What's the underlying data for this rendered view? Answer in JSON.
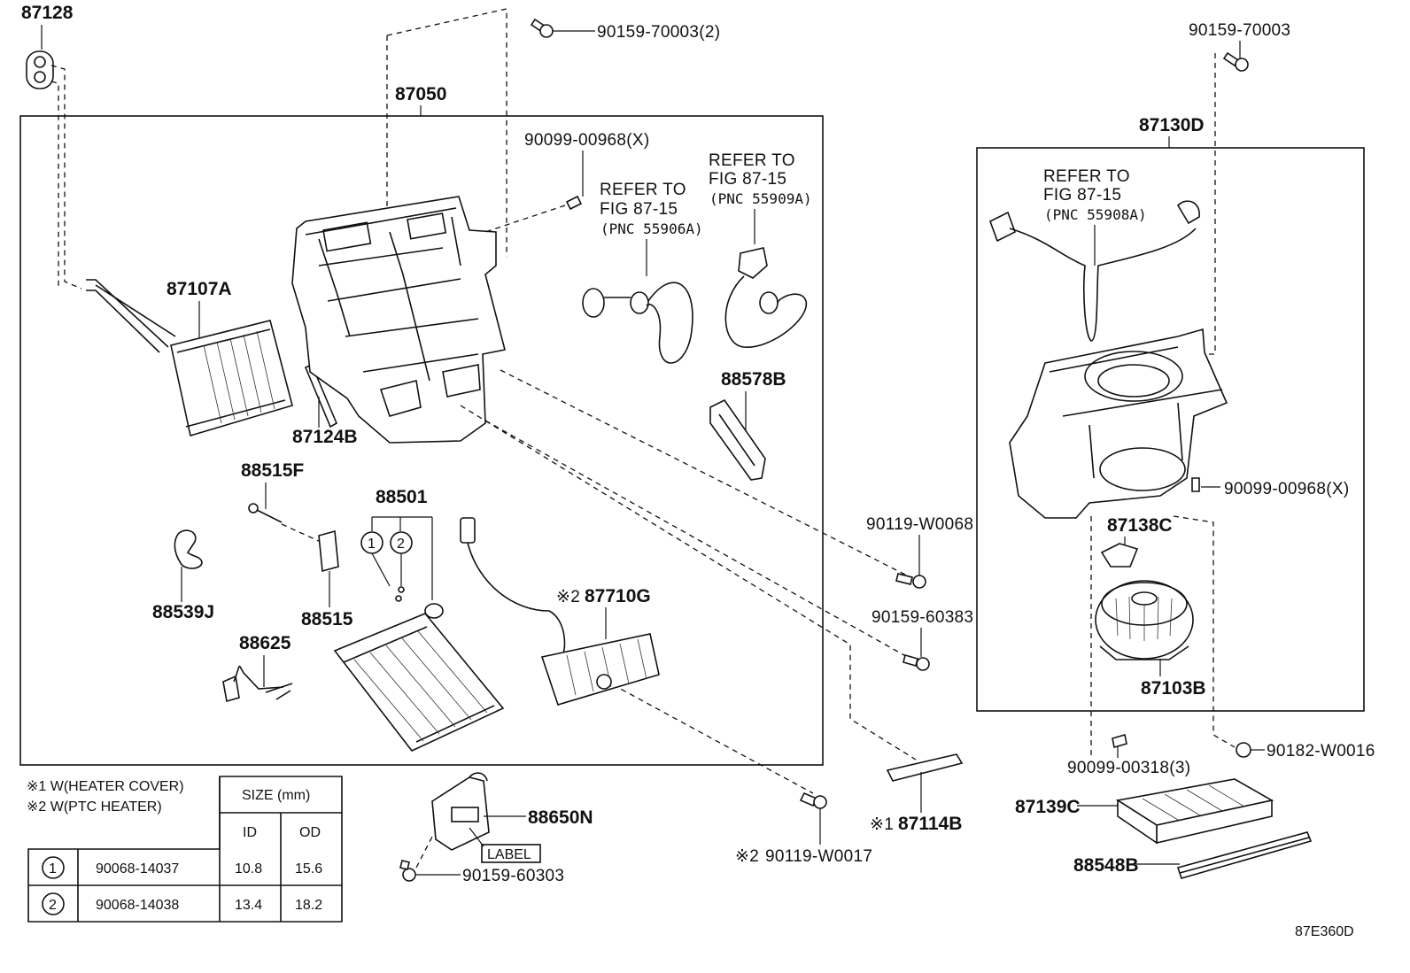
{
  "diagram_code": "87E360D",
  "parts": {
    "p87128": "87128",
    "p87050": "87050",
    "p87107A": "87107A",
    "p87124B": "87124B",
    "p88515F": "88515F",
    "p88539J": "88539J",
    "p88515": "88515",
    "p88501": "88501",
    "p88625": "88625",
    "p87710G": "87710G",
    "p88578B": "88578B",
    "p90099_00968X_a": "90099-00968(X)",
    "p90159_70003_2": "90159-70003(2)",
    "p90119_W0068": "90119-W0068",
    "p90159_60383": "90159-60383",
    "p87114B": "87114B",
    "p90119_W0017": "90119-W0017",
    "p88650N": "88650N",
    "p90159_60303": "90159-60303",
    "p90159_70003": "90159-70003",
    "p87130D": "87130D",
    "p90099_00968X_b": "90099-00968(X)",
    "p87138C": "87138C",
    "p87103B": "87103B",
    "p90099_00318_3": "90099-00318(3)",
    "p90182_W0016": "90182-W0016",
    "p87139C": "87139C",
    "p88548B": "88548B"
  },
  "labels": {
    "label_tag": "LABEL",
    "mark1": "※1",
    "mark2": "※2",
    "circ1": "1",
    "circ2": "2"
  },
  "references": {
    "ref1": {
      "l1": "REFER TO",
      "l2": "FIG 87-15",
      "l3": "(PNC 55906A)"
    },
    "ref2": {
      "l1": "REFER TO",
      "l2": "FIG 87-15",
      "l3": "(PNC 55909A)"
    },
    "ref3": {
      "l1": "REFER TO",
      "l2": "FIG 87-15",
      "l3": "(PNC 55908A)"
    }
  },
  "notes": {
    "note1": "※1 W(HEATER COVER)",
    "note2": "※2 W(PTC HEATER)"
  },
  "size_table": {
    "header": "SIZE (mm)",
    "col_id": "ID",
    "col_od": "OD",
    "rows": [
      {
        "mark": "1",
        "part": "90068-14037",
        "id": "10.8",
        "od": "15.6"
      },
      {
        "mark": "2",
        "part": "90068-14038",
        "id": "13.4",
        "od": "18.2"
      }
    ]
  }
}
